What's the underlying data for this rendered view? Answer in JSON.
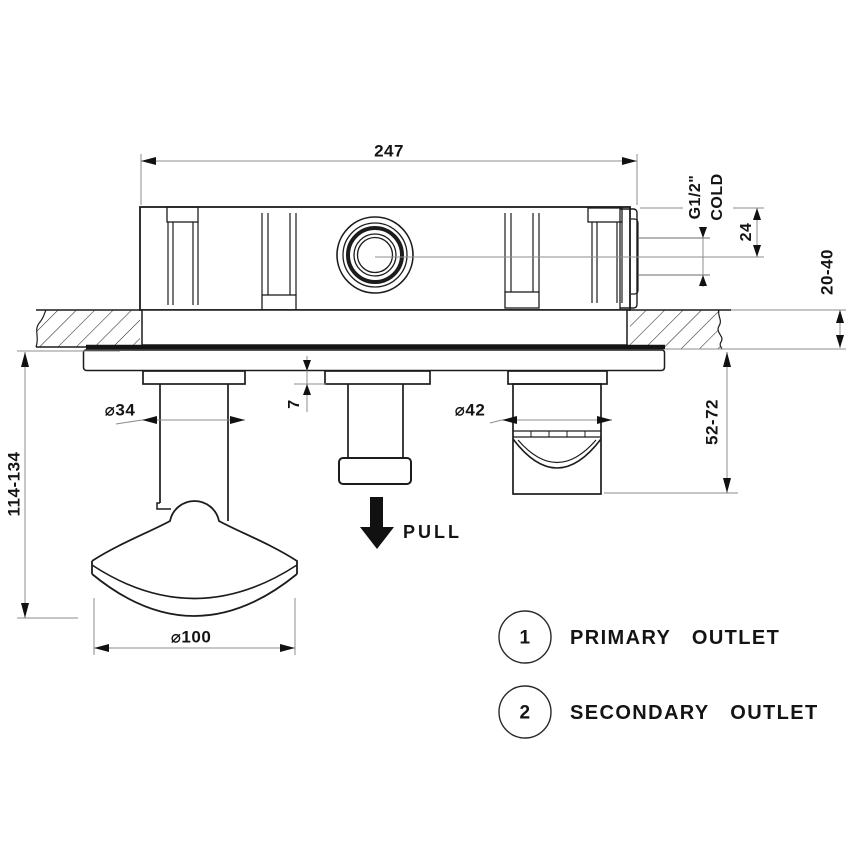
{
  "drawing": {
    "dimensions": {
      "body_width": "247",
      "inlet_size": "G1/2\"",
      "inlet_type": "COLD",
      "inlet_center_offset": "24",
      "wall_thickness_range": "20-40",
      "handle_projection_range": "114-134",
      "spout_projection_range": "52-72",
      "handle_trim_diameter": "⌀34",
      "escutcheon_thickness": "7",
      "spout_diameter": "⌀42",
      "handle_diameter": "⌀100"
    },
    "annotations": {
      "pull": "PULL"
    },
    "legend": {
      "items": [
        {
          "number": "1",
          "label": "PRIMARY OUTLET"
        },
        {
          "number": "2",
          "label": "SECONDARY OUTLET"
        }
      ]
    },
    "colors": {
      "line": "#1c1c1c",
      "dim_line": "#8c8c8c",
      "background": "#ffffff"
    }
  }
}
